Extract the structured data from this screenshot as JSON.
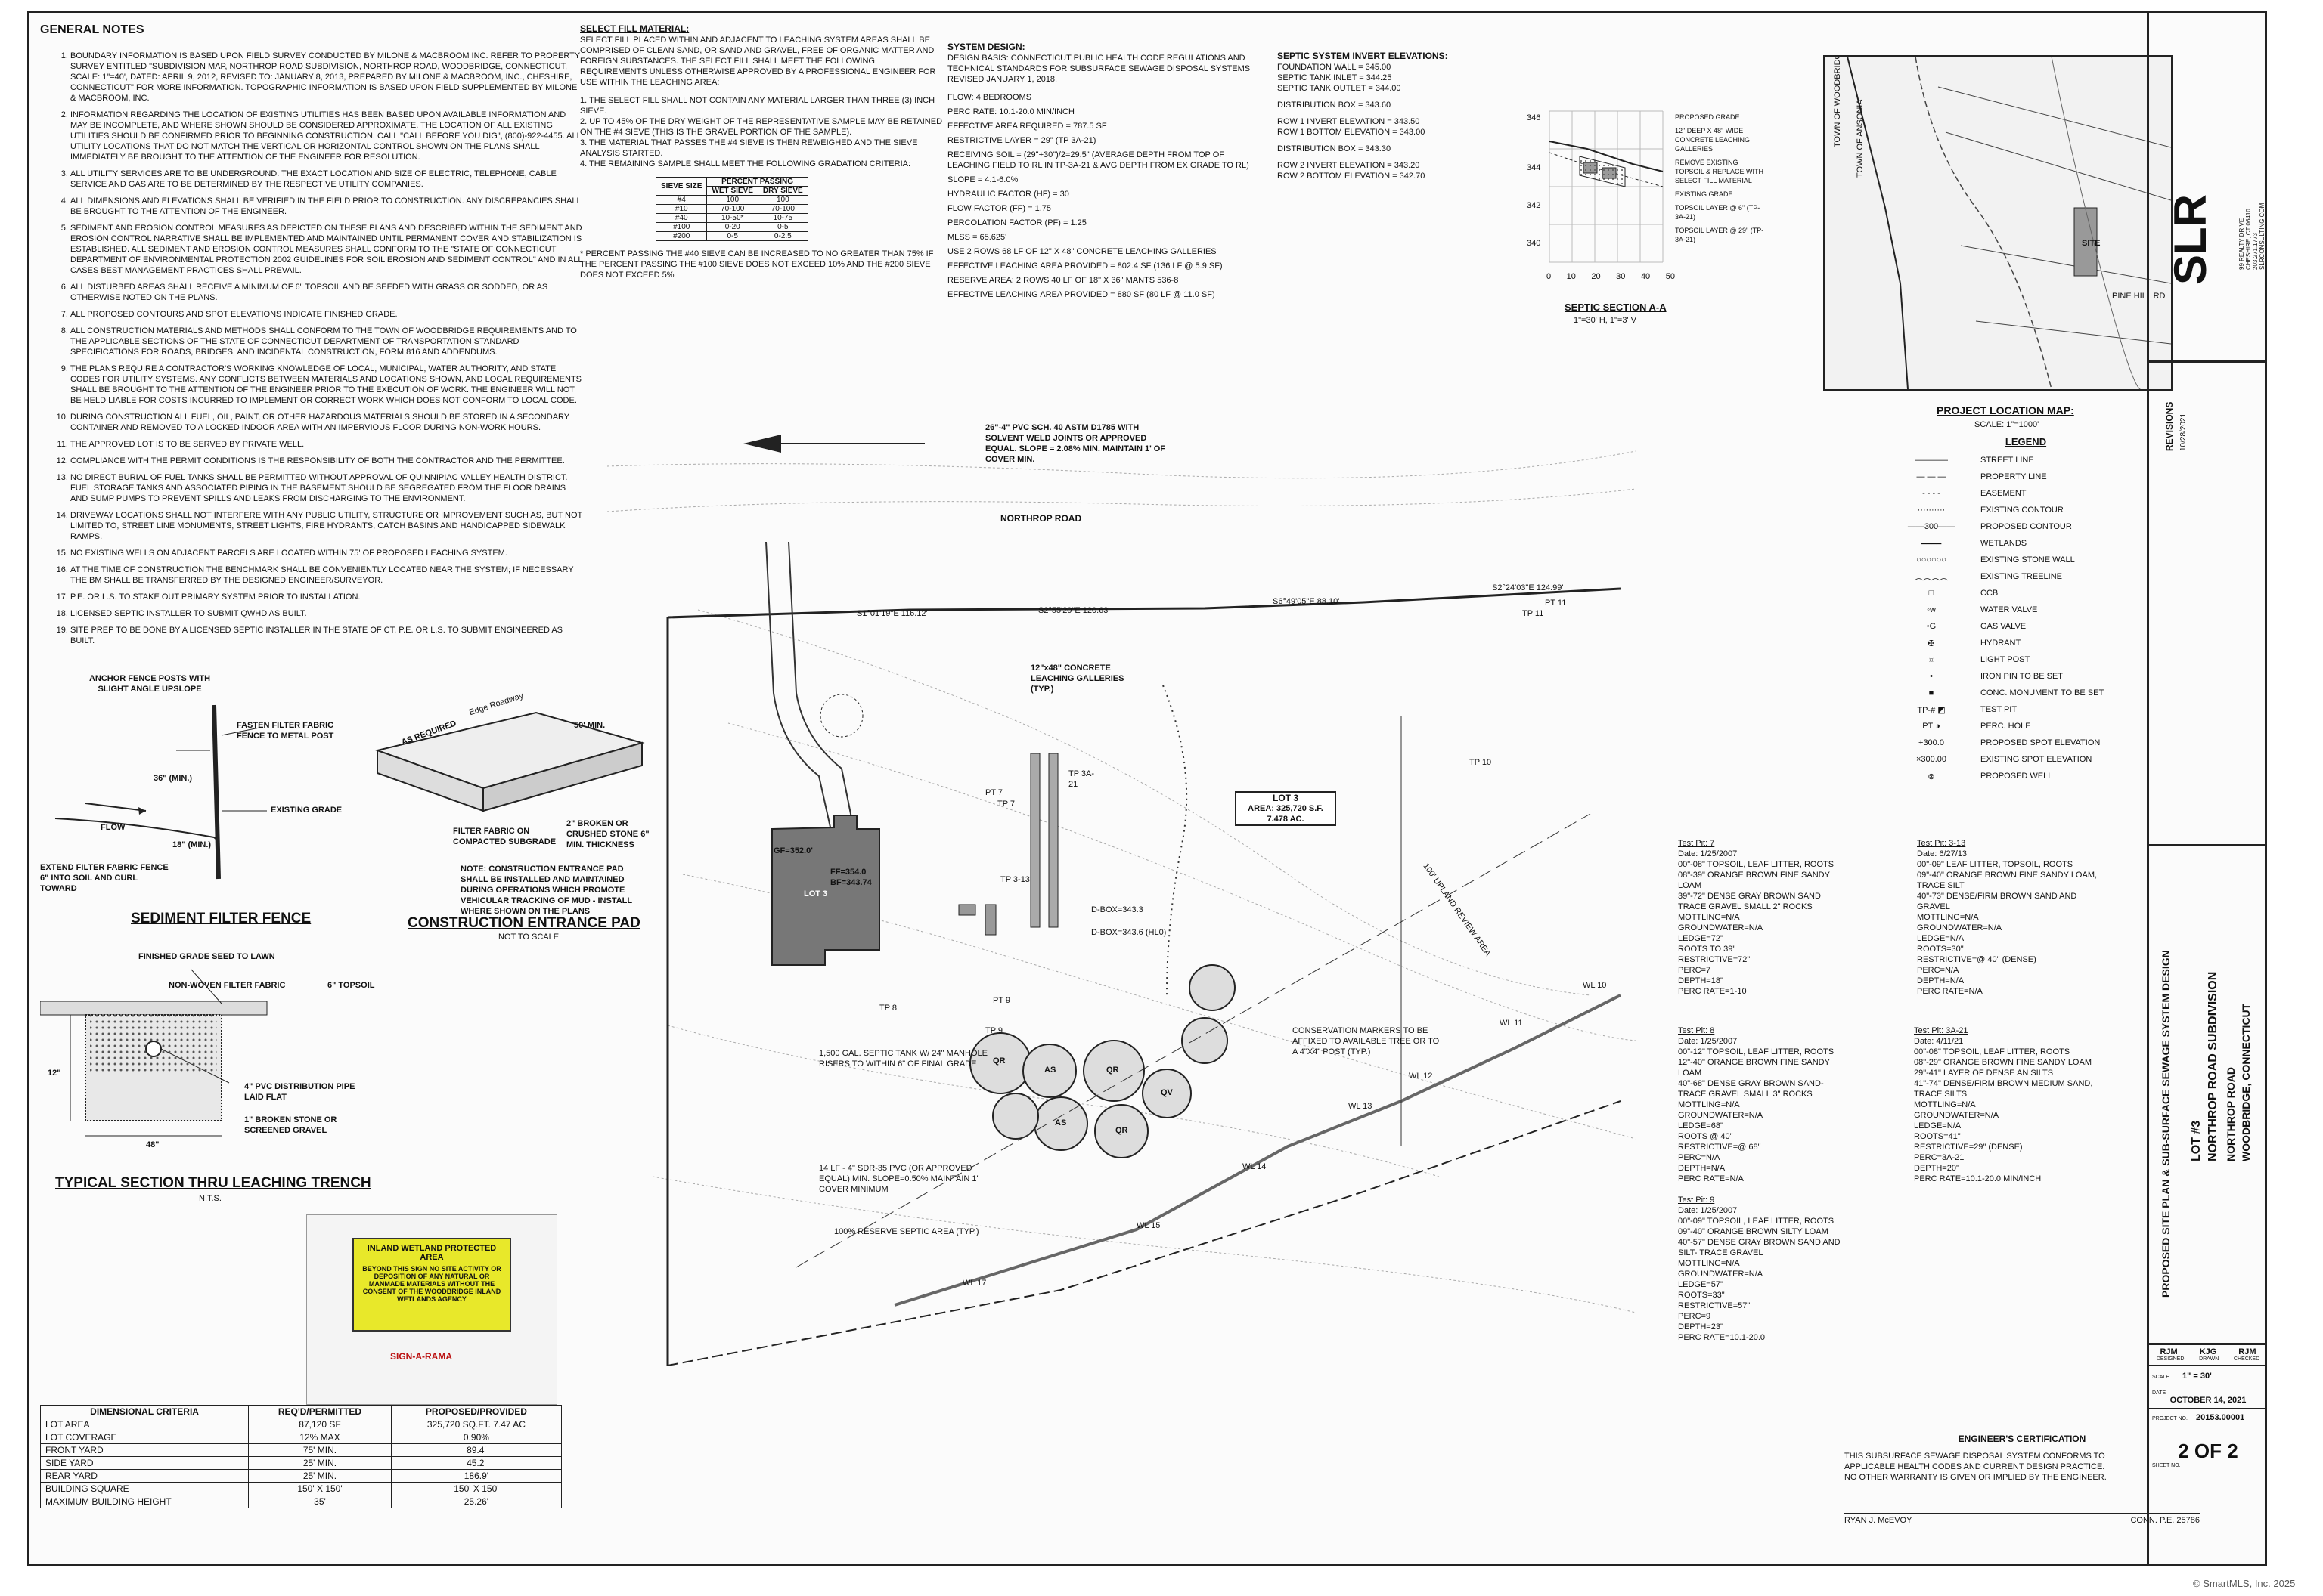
{
  "general_notes": {
    "title": "GENERAL NOTES",
    "items": [
      "BOUNDARY INFORMATION IS BASED UPON FIELD SURVEY CONDUCTED BY MILONE & MACBROOM INC. REFER TO PROPERTY SURVEY ENTITLED \"SUBDIVISION MAP, NORTHROP ROAD SUBDIVISION, NORTHROP ROAD, WOODBRIDGE, CONNECTICUT, SCALE: 1\"=40', DATED: APRIL 9, 2012, REVISED TO: JANUARY 8, 2013, PREPARED BY MILONE & MACBROOM, INC., CHESHIRE, CONNECTICUT\" FOR MORE INFORMATION. TOPOGRAPHIC INFORMATION IS BASED UPON FIELD SUPPLEMENTED BY MILONE & MACBROOM, INC.",
      "INFORMATION REGARDING THE LOCATION OF EXISTING UTILITIES HAS BEEN BASED UPON AVAILABLE INFORMATION AND MAY BE INCOMPLETE, AND WHERE SHOWN SHOULD BE CONSIDERED APPROXIMATE. THE LOCATION OF ALL EXISTING UTILITIES SHOULD BE CONFIRMED PRIOR TO BEGINNING CONSTRUCTION. CALL \"CALL BEFORE YOU DIG\", (800)-922-4455. ALL UTILITY LOCATIONS THAT DO NOT MATCH THE VERTICAL OR HORIZONTAL CONTROL SHOWN ON THE PLANS SHALL IMMEDIATELY BE BROUGHT TO THE ATTENTION OF THE ENGINEER FOR RESOLUTION.",
      "ALL UTILITY SERVICES ARE TO BE UNDERGROUND. THE EXACT LOCATION AND SIZE OF ELECTRIC, TELEPHONE, CABLE SERVICE AND GAS ARE TO BE DETERMINED BY THE RESPECTIVE UTILITY COMPANIES.",
      "ALL DIMENSIONS AND ELEVATIONS SHALL BE VERIFIED IN THE FIELD PRIOR TO CONSTRUCTION. ANY DISCREPANCIES SHALL BE BROUGHT TO THE ATTENTION OF THE ENGINEER.",
      "SEDIMENT AND EROSION CONTROL MEASURES AS DEPICTED ON THESE PLANS AND DESCRIBED WITHIN THE SEDIMENT AND EROSION CONTROL NARRATIVE SHALL BE IMPLEMENTED AND MAINTAINED UNTIL PERMANENT COVER AND STABILIZATION IS ESTABLISHED. ALL SEDIMENT AND EROSION CONTROL MEASURES SHALL CONFORM TO THE \"STATE OF CONNECTICUT DEPARTMENT OF ENVIRONMENTAL PROTECTION 2002 GUIDELINES FOR SOIL EROSION AND SEDIMENT CONTROL\" AND IN ALL CASES BEST MANAGEMENT PRACTICES SHALL PREVAIL.",
      "ALL DISTURBED AREAS SHALL RECEIVE A MINIMUM OF 6\" TOPSOIL AND BE SEEDED WITH GRASS OR SODDED, OR AS OTHERWISE NOTED ON THE PLANS.",
      "ALL PROPOSED CONTOURS AND SPOT ELEVATIONS INDICATE FINISHED GRADE.",
      "ALL CONSTRUCTION MATERIALS AND METHODS SHALL CONFORM TO THE TOWN OF WOODBRIDGE REQUIREMENTS AND TO THE APPLICABLE SECTIONS OF THE STATE OF CONNECTICUT DEPARTMENT OF TRANSPORTATION STANDARD SPECIFICATIONS FOR ROADS, BRIDGES, AND INCIDENTAL CONSTRUCTION, FORM 816 AND ADDENDUMS.",
      "THE PLANS REQUIRE A CONTRACTOR'S WORKING KNOWLEDGE OF LOCAL, MUNICIPAL, WATER AUTHORITY, AND STATE CODES FOR UTILITY SYSTEMS. ANY CONFLICTS BETWEEN MATERIALS AND LOCATIONS SHOWN, AND LOCAL REQUIREMENTS SHALL BE BROUGHT TO THE ATTENTION OF THE ENGINEER PRIOR TO THE EXECUTION OF WORK. THE ENGINEER WILL NOT BE HELD LIABLE FOR COSTS INCURRED TO IMPLEMENT OR CORRECT WORK WHICH DOES NOT CONFORM TO LOCAL CODE.",
      "DURING CONSTRUCTION ALL FUEL, OIL, PAINT, OR OTHER HAZARDOUS MATERIALS SHOULD BE STORED IN A SECONDARY CONTAINER AND REMOVED TO A LOCKED INDOOR AREA WITH AN IMPERVIOUS FLOOR DURING NON-WORK HOURS.",
      "THE APPROVED LOT IS TO BE SERVED BY PRIVATE WELL.",
      "COMPLIANCE WITH THE PERMIT CONDITIONS IS THE RESPONSIBILITY OF BOTH THE CONTRACTOR AND THE PERMITTEE.",
      "NO DIRECT BURIAL OF FUEL TANKS SHALL BE PERMITTED WITHOUT APPROVAL OF QUINNIPIAC VALLEY HEALTH DISTRICT. FUEL STORAGE TANKS AND ASSOCIATED PIPING IN THE BASEMENT SHOULD BE SEGREGATED FROM THE FLOOR DRAINS AND SUMP PUMPS TO PREVENT SPILLS AND LEAKS FROM DISCHARGING TO THE ENVIRONMENT.",
      "DRIVEWAY LOCATIONS SHALL NOT INTERFERE WITH ANY PUBLIC UTILITY, STRUCTURE OR IMPROVEMENT SUCH AS, BUT NOT LIMITED TO, STREET LINE MONUMENTS, STREET LIGHTS, FIRE HYDRANTS, CATCH BASINS AND HANDICAPPED SIDEWALK RAMPS.",
      "NO EXISTING WELLS ON ADJACENT PARCELS ARE LOCATED WITHIN 75' OF PROPOSED LEACHING SYSTEM.",
      "AT THE TIME OF CONSTRUCTION THE BENCHMARK SHALL BE CONVENIENTLY LOCATED NEAR THE SYSTEM; IF NECESSARY THE BM SHALL BE TRANSFERRED BY THE DESIGNED ENGINEER/SURVEYOR.",
      "P.E. OR L.S. TO STAKE OUT PRIMARY SYSTEM PRIOR TO INSTALLATION.",
      "LICENSED SEPTIC INSTALLER TO SUBMIT QWHD AS BUILT.",
      "SITE PREP TO BE DONE BY A LICENSED SEPTIC INSTALLER IN THE STATE OF CT. P.E. OR L.S. TO SUBMIT ENGINEERED AS BUILT."
    ]
  },
  "select_fill": {
    "title": "SELECT FILL MATERIAL:",
    "intro": "SELECT FILL PLACED WITHIN AND ADJACENT TO LEACHING SYSTEM AREAS SHALL BE COMPRISED OF CLEAN SAND, OR SAND AND GRAVEL, FREE OF ORGANIC MATTER AND FOREIGN SUBSTANCES. THE SELECT FILL SHALL MEET THE FOLLOWING REQUIREMENTS UNLESS OTHERWISE APPROVED BY A PROFESSIONAL ENGINEER FOR USE WITHIN THE LEACHING AREA:",
    "items": [
      "1. THE SELECT FILL SHALL NOT CONTAIN ANY MATERIAL LARGER THAN THREE (3) INCH SIEVE.",
      "2. UP TO 45% OF THE DRY WEIGHT OF THE REPRESENTATIVE SAMPLE MAY BE RETAINED ON THE #4 SIEVE (THIS IS THE GRAVEL PORTION OF THE SAMPLE).",
      "3. THE MATERIAL THAT PASSES THE #4 SIEVE IS THEN REWEIGHED AND THE SIEVE ANALYSIS STARTED.",
      "4. THE REMAINING SAMPLE SHALL MEET THE FOLLOWING GRADATION CRITERIA:"
    ],
    "table": {
      "headers": [
        "SIEVE SIZE",
        "WET SIEVE",
        "DRY SIEVE"
      ],
      "group_header": "PERCENT PASSING",
      "rows": [
        [
          "#4",
          "100",
          "100"
        ],
        [
          "#10",
          "70-100",
          "70-100"
        ],
        [
          "#40",
          "10-50*",
          "10-75"
        ],
        [
          "#100",
          "0-20",
          "0-5"
        ],
        [
          "#200",
          "0-5",
          "0-2.5"
        ]
      ]
    },
    "footnote": "* PERCENT PASSING THE #40 SIEVE CAN BE INCREASED TO NO GREATER THAN 75% IF THE PERCENT PASSING THE #100 SIEVE DOES NOT EXCEED 10% AND THE #200 SIEVE DOES NOT EXCEED 5%"
  },
  "system_design": {
    "title": "SYSTEM DESIGN:",
    "basis": "DESIGN BASIS: CONNECTICUT PUBLIC HEALTH CODE REGULATIONS AND TECHNICAL STANDARDS FOR SUBSURFACE SEWAGE DISPOSAL SYSTEMS REVISED JANUARY 1, 2018.",
    "lines": [
      "FLOW:            4 BEDROOMS",
      "PERC RATE:       10.1-20.0 MIN/INCH",
      "EFFECTIVE AREA REQUIRED = 787.5 SF",
      "RESTRICTIVE LAYER = 29\" (TP 3A-21)",
      "RECEIVING SOIL = (29\"+30\")/2=29.5\" (AVERAGE DEPTH FROM TOP OF LEACHING FIELD TO RL IN TP-3A-21 & AVG DEPTH FROM EX GRADE TO RL)",
      "SLOPE = 4.1-6.0%",
      "HYDRAULIC FACTOR (HF) = 30",
      "FLOW FACTOR (FF) = 1.75",
      "PERCOLATION FACTOR (PF) = 1.25",
      "MLSS = 65.625'",
      "USE 2 ROWS 68 LF OF 12\" X 48\" CONCRETE LEACHING GALLERIES",
      "EFFECTIVE LEACHING AREA PROVIDED = 802.4 SF (136 LF @ 5.9 SF)",
      "RESERVE AREA: 2 ROWS 40 LF OF 18\" X 36\" MANTS 536-8",
      "EFFECTIVE LEACHING AREA PROVIDED = 880 SF (80 LF @ 11.0 SF)"
    ]
  },
  "invert_elevations": {
    "title": "SEPTIC SYSTEM INVERT ELEVATIONS:",
    "lines": [
      "FOUNDATION WALL = 345.00",
      "SEPTIC TANK INLET = 344.25",
      "SEPTIC TANK OUTLET = 344.00",
      "DISTRIBUTION BOX = 343.60",
      "ROW 1 INVERT ELEVATION = 343.50",
      "ROW 1 BOTTOM ELEVATION = 343.00",
      "DISTRIBUTION BOX = 343.30",
      "ROW 2 INVERT ELEVATION = 343.20",
      "ROW 2 BOTTOM ELEVATION = 342.70"
    ]
  },
  "section_aa": {
    "title": "SEPTIC SECTION A-A",
    "scale": "1\"=30' H, 1\"=3' V",
    "y_ticks": [
      "346",
      "344",
      "342",
      "340"
    ],
    "x_ticks": [
      "0",
      "10",
      "20",
      "30",
      "40",
      "50"
    ],
    "labels": [
      "PROPOSED GRADE",
      "12\" DEEP X 48\" WIDE CONCRETE LEACHING GALLERIES",
      "REMOVE EXISTING TOPSOIL & REPLACE WITH SELECT FILL MATERIAL",
      "EXISTING GRADE",
      "TOPSOIL LAYER @ 6\" (TP-3A-21)",
      "TOPSOIL LAYER @ 29\" (TP-3A-21)"
    ]
  },
  "location_map": {
    "title": "PROJECT LOCATION MAP:",
    "scale": "SCALE: 1\"=1000'",
    "labels": [
      "TOWN OF WOODBRIDGE",
      "TOWN OF ANSONIA",
      "SITE",
      "PINE HILL RD"
    ]
  },
  "legend": {
    "title": "LEGEND",
    "items": [
      {
        "sym": "————",
        "label": "STREET LINE"
      },
      {
        "sym": "— — —",
        "label": "PROPERTY LINE"
      },
      {
        "sym": "- - - -",
        "label": "EASEMENT"
      },
      {
        "sym": "··········",
        "label": "EXISTING CONTOUR"
      },
      {
        "sym": "——300——",
        "label": "PROPOSED CONTOUR"
      },
      {
        "sym": "━━━━",
        "label": "WETLANDS"
      },
      {
        "sym": "○○○○○○",
        "label": "EXISTING STONE WALL"
      },
      {
        "sym": "︵︵︵︵",
        "label": "EXISTING TREELINE"
      },
      {
        "sym": "□",
        "label": "CCB"
      },
      {
        "sym": "◦w",
        "label": "WATER VALVE"
      },
      {
        "sym": "◦G",
        "label": "GAS VALVE"
      },
      {
        "sym": "✠",
        "label": "HYDRANT"
      },
      {
        "sym": "☼",
        "label": "LIGHT POST"
      },
      {
        "sym": "•",
        "label": "IRON PIN TO BE SET"
      },
      {
        "sym": "■",
        "label": "CONC. MONUMENT TO BE SET"
      },
      {
        "sym": "TP-# ◩",
        "label": "TEST PIT"
      },
      {
        "sym": "PT ◑",
        "label": "PERC. HOLE"
      },
      {
        "sym": "+300.0",
        "label": "PROPOSED SPOT ELEVATION"
      },
      {
        "sym": "×300.00",
        "label": "EXISTING SPOT ELEVATION"
      },
      {
        "sym": "⊗",
        "label": "PROPOSED WELL"
      }
    ]
  },
  "firm": {
    "logo": "SLR",
    "address": "99 REALTY DRIVE CHESHIRE, CT 06410 203.271.1773 SLRCONSULTING.COM"
  },
  "revisions": {
    "title": "REVISIONS",
    "date": "10/28/2021"
  },
  "title_block": {
    "design": "PROPOSED SITE PLAN & SUB-SURFACE SEWAGE SYSTEM DESIGN",
    "lot": "LOT #3",
    "subdivision": "NORTHROP ROAD SUBDIVISION",
    "road": "NORTHROP ROAD",
    "town": "WOODBRIDGE, CONNECTICUT",
    "designed": "RJM",
    "drawn": "KJG",
    "checked": "RJM",
    "designed_label": "DESIGNED",
    "drawn_label": "DRAWN",
    "checked_label": "CHECKED",
    "scale_label": "SCALE",
    "scale": "1\" = 30'",
    "date_label": "DATE",
    "date": "OCTOBER 14, 2021",
    "project_label": "PROJECT NO.",
    "project_no": "20153.00001",
    "sheet": "2 OF 2",
    "sheet_label": "SHEET NO."
  },
  "site_plan": {
    "road": "NORTHROP ROAD",
    "lot_label": "LOT 3",
    "lot_area": "AREA: 325,720 S.F. 7.478 AC.",
    "house": "LOT 3",
    "gf": "GF=352.0'",
    "ff": "FF=354.0 BF=343.74",
    "bearings": [
      "S1°01'19\"E 116.12'",
      "S2°55'20\"E 120.63'",
      "S6°49'05\"E 88.10'",
      "S2°24'03\"E 124.99'"
    ],
    "callouts": [
      "26\"-4\" PVC SCH. 40 ASTM D1785 WITH SOLVENT WELD JOINTS OR APPROVED EQUAL. SLOPE = 2.08% MIN. MAINTAIN 1' OF COVER MIN.",
      "12\"x48\" CONCRETE LEACHING GALLERIES (TYP.)",
      "D-BOX=343.3",
      "D-BOX=343.6 (HL0)",
      "1,500 GAL. SEPTIC TANK W/ 24\" MANHOLE RISERS TO WITHIN 6\" OF FINAL GRADE",
      "14 LF - 4\" SDR-35 PVC (OR APPROVED EQUAL) MIN. SLOPE=0.50% MAINTAIN 1' COVER MINIMUM",
      "100% RESERVE SEPTIC AREA (TYP.)",
      "CONSERVATION MARKERS TO BE AFFIXED TO AVAILABLE TREE OR TO A 4\"X4\" POST (TYP.)",
      "100' UPLAND REVIEW AREA"
    ],
    "test_pits": [
      "TP 7",
      "TP 8",
      "TP 9",
      "TP 10",
      "TP 11",
      "PT 7",
      "PT 9",
      "PT 11",
      "TP 3A-21",
      "TP 3-13"
    ],
    "trees": [
      "QR",
      "AS",
      "QR",
      "AS",
      "QV",
      "QR"
    ],
    "wetland_flags": [
      "WL 10",
      "WL 11",
      "WL 12",
      "WL 13",
      "WL 14",
      "WL 15",
      "WL 17"
    ]
  },
  "test_pit_logs": [
    {
      "title": "Test Pit: 7",
      "date": "Date: 1/25/2007",
      "lines": [
        "00\"-08\" TOPSOIL, LEAF LITTER, ROOTS",
        "08\"-39\" ORANGE BROWN FINE SANDY LOAM",
        "39\"-72\" DENSE GRAY BROWN SAND TRACE GRAVEL SMALL 2\" ROCKS",
        "MOTTLING=N/A",
        "GROUNDWATER=N/A",
        "LEDGE=72\"",
        "ROOTS TO 39\"",
        "RESTRICTIVE=72\"",
        "PERC=7",
        "DEPTH=18\"",
        "PERC RATE=1-10"
      ]
    },
    {
      "title": "Test Pit: 3-13",
      "date": "Date: 6/27/13",
      "lines": [
        "00\"-09\" LEAF LITTER, TOPSOIL, ROOTS",
        "09\"-40\" ORANGE BROWN FINE SANDY LOAM, TRACE SILT",
        "40\"-73\" DENSE/FIRM BROWN SAND AND GRAVEL",
        "MOTTLING=N/A",
        "GROUNDWATER=N/A",
        "LEDGE=N/A",
        "ROOTS=30\"",
        "RESTRICTIVE=@ 40\" (DENSE)",
        "PERC=N/A",
        "DEPTH=N/A",
        "PERC RATE=N/A"
      ]
    },
    {
      "title": "Test Pit: 8",
      "date": "Date: 1/25/2007",
      "lines": [
        "00\"-12\" TOPSOIL, LEAF LITTER, ROOTS",
        "12\"-40\" ORANGE BROWN FINE SANDY LOAM",
        "40\"-68\" DENSE GRAY BROWN SAND- TRACE GRAVEL SMALL 3\" ROCKS",
        "MOTTLING=N/A",
        "GROUNDWATER=N/A",
        "LEDGE=68\"",
        "ROOTS @ 40\"",
        "RESTRICTIVE=@ 68\"",
        "PERC=N/A",
        "DEPTH=N/A",
        "PERC RATE=N/A"
      ]
    },
    {
      "title": "Test Pit: 3A-21",
      "date": "Date: 4/11/21",
      "lines": [
        "00\"-08\" TOPSOIL, LEAF LITTER, ROOTS",
        "08\"-29\" ORANGE BROWN FINE SANDY LOAM",
        "29\"-41\" LAYER OF DENSE AN SILTS",
        "41\"-74\" DENSE/FIRM BROWN MEDIUM SAND, TRACE SILTS",
        "MOTTLING=N/A",
        "GROUNDWATER=N/A",
        "LEDGE=N/A",
        "ROOTS=41\"",
        "RESTRICTIVE=29\" (DENSE)",
        "PERC=3A-21",
        "DEPTH=20\"",
        "PERC RATE=10.1-20.0 MIN/INCH"
      ]
    },
    {
      "title": "Test Pit: 9",
      "date": "Date: 1/25/2007",
      "lines": [
        "00\"-09\" TOPSOIL, LEAF LITTER, ROOTS",
        "09\"-40\" ORANGE BROWN SILTY LOAM",
        "40\"-57\" DENSE GRAY BROWN SAND AND SILT- TRACE GRAVEL",
        "MOTTLING=N/A",
        "GROUNDWATER=N/A",
        "LEDGE=57\"",
        "ROOTS=33\"",
        "RESTRICTIVE=57\"",
        "PERC=9",
        "DEPTH=23\"",
        "PERC RATE=10.1-20.0"
      ]
    }
  ],
  "details": {
    "silt_fence": {
      "title": "SEDIMENT FILTER FENCE",
      "labels": [
        "ANCHOR FENCE POSTS WITH SLIGHT ANGLE UPSLOPE",
        "FASTEN FILTER FABRIC FENCE TO METAL POST",
        "36\" (MIN.)",
        "FLOW",
        "EXISTING GRADE",
        "EXTEND FILTER FABRIC FENCE 6\" INTO SOIL AND CURL TOWARD",
        "18\" (MIN.)"
      ]
    },
    "construction_pad": {
      "title": "CONSTRUCTION ENTRANCE PAD",
      "subtitle": "NOT TO SCALE",
      "labels": [
        "AS REQUIRED",
        "Edge Roadway",
        "50' MIN.",
        "FILTER FABRIC ON COMPACTED SUBGRADE",
        "2\" BROKEN OR CRUSHED STONE 6\" MIN. THICKNESS"
      ],
      "note": "NOTE: CONSTRUCTION ENTRANCE PAD SHALL BE INSTALLED AND MAINTAINED DURING OPERATIONS WHICH PROMOTE VEHICULAR TRACKING OF MUD - INSTALL WHERE SHOWN ON THE PLANS"
    },
    "trench": {
      "title": "TYPICAL SECTION THRU LEACHING TRENCH",
      "subtitle": "N.T.S.",
      "labels": [
        "FINISHED GRADE SEED TO LAWN",
        "NON-WOVEN FILTER FABRIC",
        "6\" TOPSOIL",
        "4\" PVC DISTRIBUTION PIPE LAID FLAT",
        "1\" BROKEN STONE OR SCREENED GRAVEL",
        "12\"",
        "48\""
      ]
    },
    "wetland_sign": {
      "title": "INLAND WETLAND PROTECTED AREA",
      "body": "BEYOND THIS SIGN NO SITE ACTIVITY OR DEPOSITION OF ANY NATURAL OR MANMADE MATERIALS WITHOUT THE CONSENT OF THE WOODBRIDGE INLAND WETLANDS AGENCY",
      "brand": "SIGN-A-RAMA"
    }
  },
  "dimensional": {
    "headers": [
      "DIMENSIONAL CRITERIA",
      "REQ'D/PERMITTED",
      "PROPOSED/PROVIDED"
    ],
    "rows": [
      [
        "LOT AREA",
        "87,120 SF",
        "325,720 SQ.FT. 7.47 AC"
      ],
      [
        "LOT COVERAGE",
        "12% MAX",
        "0.90%"
      ],
      [
        "FRONT YARD",
        "75' MIN.",
        "89.4'"
      ],
      [
        "SIDE YARD",
        "25' MIN.",
        "45.2'"
      ],
      [
        "REAR YARD",
        "25' MIN.",
        "186.9'"
      ],
      [
        "BUILDING SQUARE",
        "150' X 150'",
        "150' X 150'"
      ],
      [
        "MAXIMUM BUILDING HEIGHT",
        "35'",
        "25.26'"
      ]
    ]
  },
  "engineer": {
    "title": "ENGINEER'S CERTIFICATION",
    "body": "THIS SUBSURFACE SEWAGE DISPOSAL SYSTEM CONFORMS TO APPLICABLE HEALTH CODES AND CURRENT DESIGN PRACTICE. NO OTHER WARRANTY IS GIVEN OR IMPLIED BY THE ENGINEER.",
    "name": "RYAN J. McEVOY",
    "license": "CONN. P.E. 25786"
  },
  "watermark": "© SmartMLS, Inc. 2025"
}
